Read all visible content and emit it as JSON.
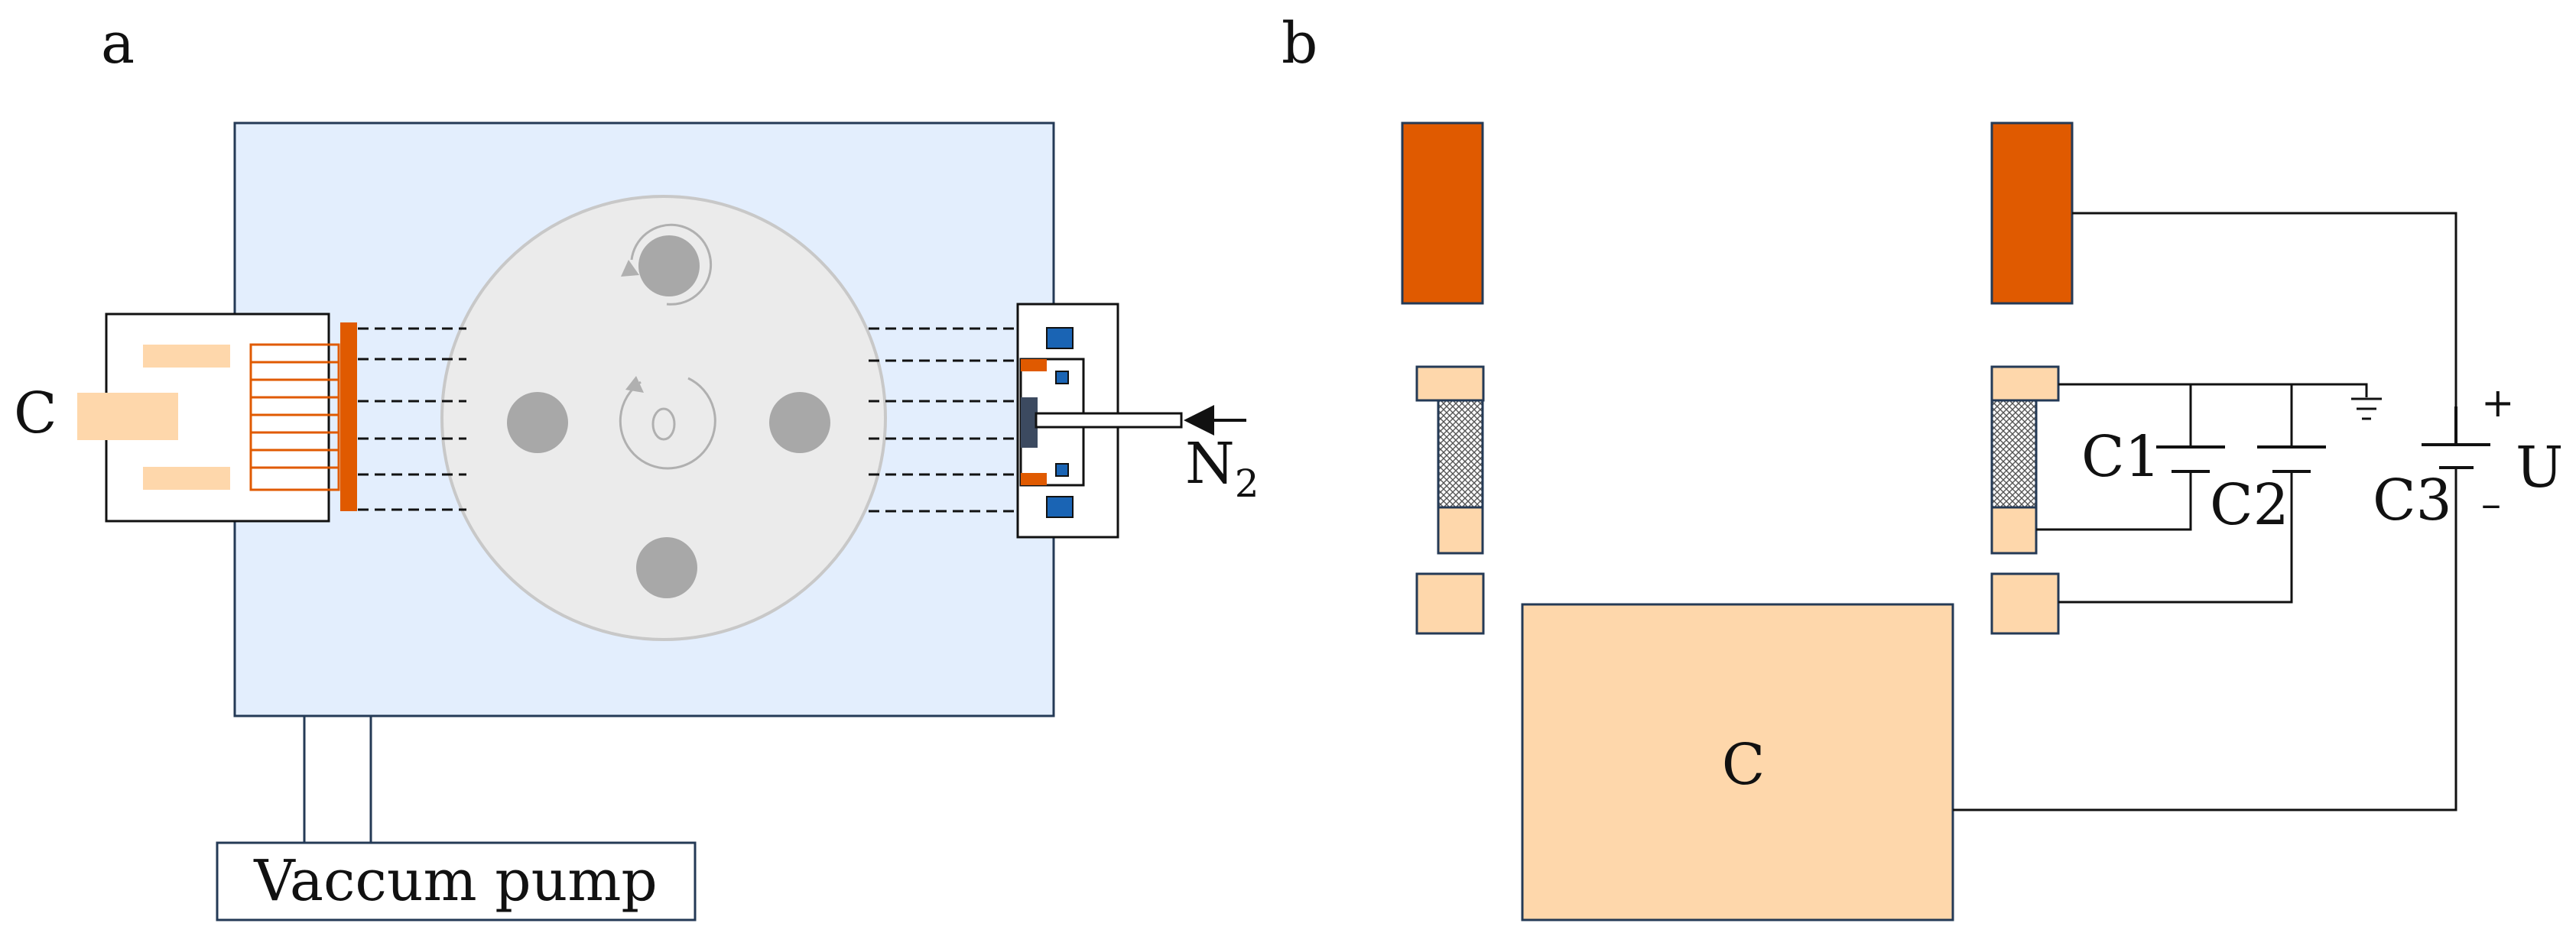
{
  "panel_a": {
    "letter": "a",
    "target_label": "C",
    "gas_label": "N",
    "gas_subscript": "2",
    "pump_label": "Vaccum pump"
  },
  "panel_b": {
    "letter": "b",
    "chamber_label": "C",
    "capacitor_1": "C1",
    "capacitor_2": "C2",
    "capacitor_3": "C3",
    "voltage_label": "U",
    "plus_sign": "+",
    "minus_sign": "–"
  },
  "colors": {
    "chamber_fill": "#e3eefd",
    "disc_fill": "#ebebeb",
    "substrate_fill": "#a8a8a8",
    "electrode_orange": "#e05a00",
    "target_peach": "#fed7ab",
    "outline_navy": "#243a56",
    "blue_square": "#1a64b4"
  }
}
